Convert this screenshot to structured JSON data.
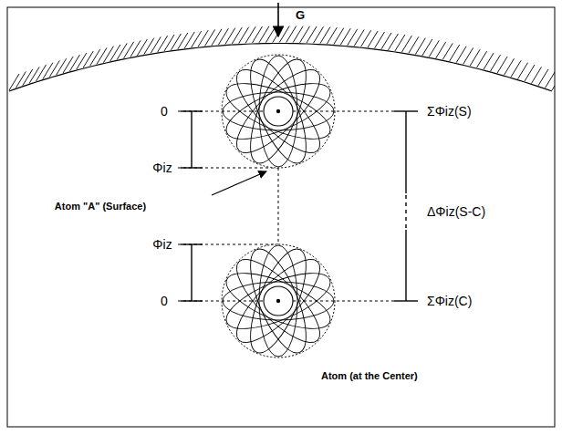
{
  "diagram": {
    "labels": [
      "G",
      "0",
      "ΣΦiz(S)",
      "Φiz",
      "Atom \"A\" (Surface)",
      "ΔΦiz(S-C)",
      "Φiz",
      "0",
      "ΣΦiz(C)",
      "Atom (at the Center)"
    ]
  }
}
